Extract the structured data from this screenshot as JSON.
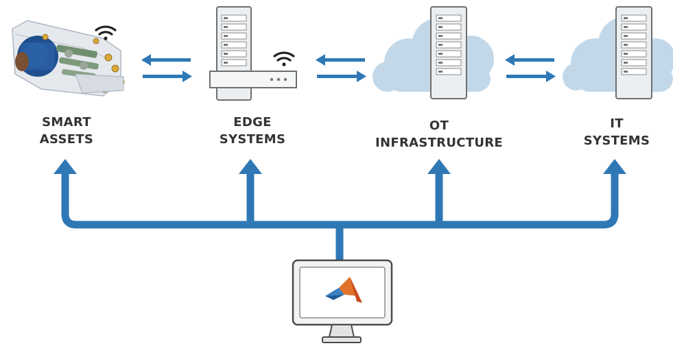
{
  "colors": {
    "arrow_blue": "#2f78b5",
    "cloud_blue": "#c2d8e9",
    "label_text": "#333333",
    "server_body": "#eceff1",
    "server_outline": "#6e6e6e",
    "monitor_outline": "#4a4a4a"
  },
  "nodes": {
    "smart_assets": {
      "line1": "SMART",
      "line2": "ASSETS",
      "icon": "gear-motor-icon"
    },
    "edge_systems": {
      "line1": "EDGE",
      "line2": "SYSTEMS",
      "icon": "server-with-router-icon"
    },
    "ot_infrastructure": {
      "line1": "OT",
      "line2": "INFRASTRUCTURE",
      "icon": "cloud-server-icon"
    },
    "it_systems": {
      "line1": "IT",
      "line2": "SYSTEMS",
      "icon": "cloud-server-icon"
    }
  },
  "hub": {
    "icon": "matlab-logo-monitor-icon"
  }
}
